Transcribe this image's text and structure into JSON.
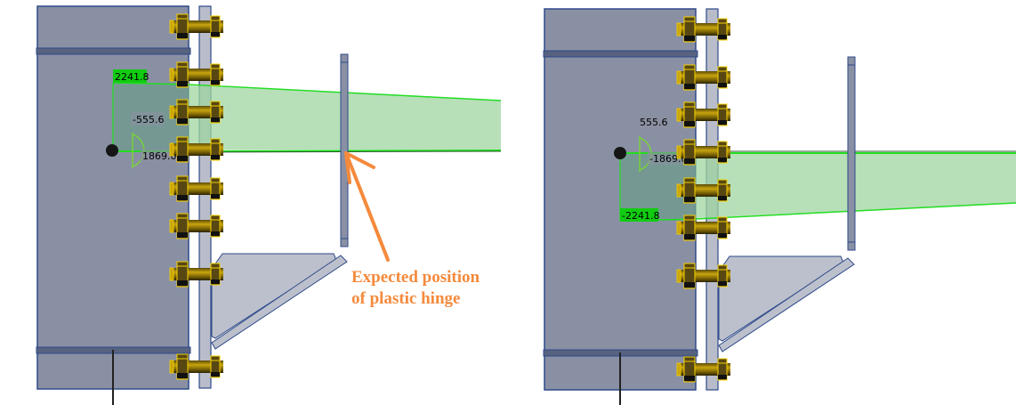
{
  "colors": {
    "column": "#8a90a4",
    "column_edge": "#2e4a8a",
    "endplate": "#b9bdca",
    "bolt_outline": "#f5d100",
    "bolt_body": "#8a6f06",
    "stress_fill": "#9fd6a0",
    "stress_line": "#22dd22",
    "label_green_bg": "#11cc11",
    "annotation": "#f58a3c"
  },
  "panels": [
    {
      "id": "left",
      "labels": {
        "top_value": "2241.8",
        "mid_value": "-555.6",
        "angle_value": "1869.0"
      }
    },
    {
      "id": "right",
      "labels": {
        "bottom_value": "-2241.8",
        "mid_value": "555.6",
        "angle_value": "-1869.0"
      }
    }
  ],
  "annotation": {
    "line1": "Expected position",
    "line2": "of plastic hinge"
  }
}
